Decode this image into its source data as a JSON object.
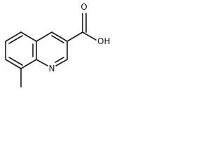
{
  "molecule": {
    "atoms": {
      "nitrogen": "N",
      "hydroxyl": "OH",
      "carbonyl_oxygen": "O"
    }
  }
}
